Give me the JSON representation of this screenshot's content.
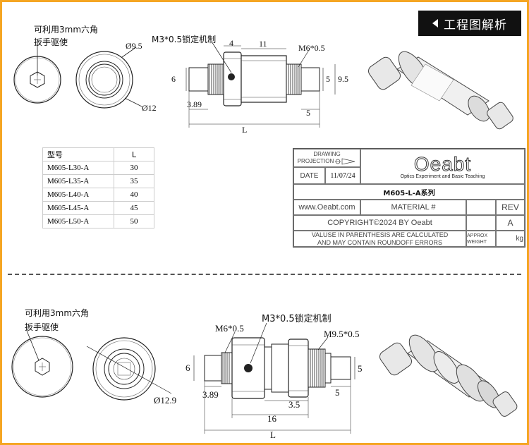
{
  "header": {
    "title": "工程图解析"
  },
  "top": {
    "hex_note_line1": "可利用3mm六角",
    "hex_note_line2": "扳手驱使",
    "dia_small": "Ø9.5",
    "dia_large": "Ø12",
    "lock_label": "M3*0.5锁定机制",
    "thread_label": "M6*0.5",
    "dim_4": "4",
    "dim_11": "11",
    "dim_6": "6",
    "dim_5": "5",
    "dim_9_5": "9.5",
    "dim_3_89": "3.89",
    "dim_5b": "5",
    "dim_L": "L"
  },
  "spec_table": {
    "headers": [
      "型号",
      "L"
    ],
    "rows": [
      {
        "model": "M605-L30-A",
        "L": "30"
      },
      {
        "model": "M605-L35-A",
        "L": "35"
      },
      {
        "model": "M605-L40-A",
        "L": "40"
      },
      {
        "model": "M605-L45-A",
        "L": "45"
      },
      {
        "model": "M605-L50-A",
        "L": "50"
      }
    ]
  },
  "title_block": {
    "drawing": "DRAWING",
    "projection": "PROJECTION",
    "date_label": "DATE",
    "date": "11/07/24",
    "logo": "Oeabt",
    "logo_sub": "Optics Experiment and Basic Teaching",
    "part": "M605-L-A系列",
    "website": "www.Oeabt.com",
    "material": "MATERIAL #",
    "rev_label": "REV",
    "rev": "A",
    "copyright": "COPYRIGHT©2024 BY Oeabt",
    "note_line1": "VALUSE IN PARENTHESIS ARE CALCULATED",
    "note_line2": "AND MAY CONTAIN ROUNDOFF ERRORS",
    "approx_line1": "APPROX",
    "approx_line2": "WEIGHT",
    "unit": "kg"
  },
  "bottom": {
    "hex_note_line1": "可利用3mm六角",
    "hex_note_line2": "扳手驱使",
    "dia": "Ø12.9",
    "thread_label": "M6*0.5",
    "lock_label": "M3*0.5锁定机制",
    "thread_label2": "M9.5*0.5",
    "dim_6": "6",
    "dim_5": "5",
    "dim_3_89": "3.89",
    "dim_3_5": "3.5",
    "dim_5b": "5",
    "dim_16": "16",
    "dim_L": "L"
  },
  "colors": {
    "border": "#f5a623",
    "header_bg": "#111111",
    "line": "#222222"
  }
}
